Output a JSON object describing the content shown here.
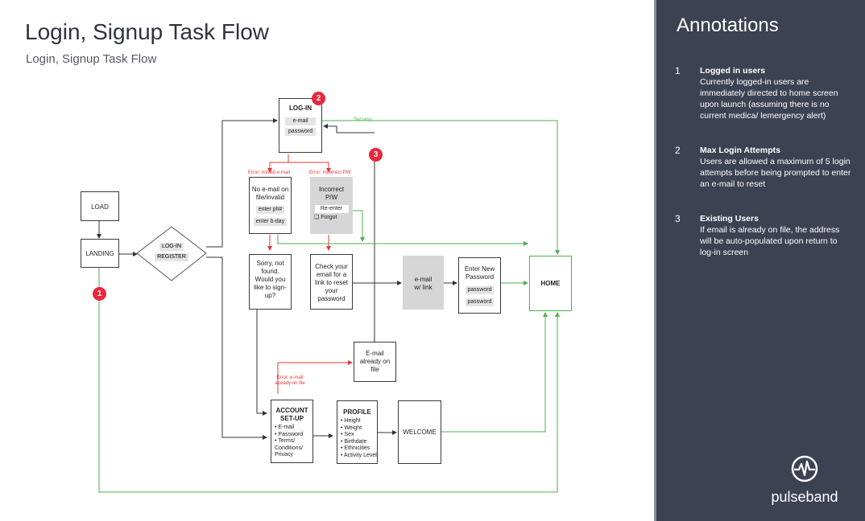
{
  "header": {
    "title": "Login, Signup Task Flow",
    "subtitle": "Login, Signup Task Flow"
  },
  "diagram": {
    "load": "LOAD",
    "landing": "LANDING",
    "decision": {
      "login": "LOG-IN",
      "register": "REGISTER"
    },
    "login_box": {
      "title": "LOG-IN",
      "email": "e-mail",
      "password": "password"
    },
    "success_label": "Success",
    "error_invalid_email": "Error: Invalid e-mail",
    "error_incorrect_pw": "Error: Incorrect PW",
    "no_email": {
      "text": "No e-mail on file/invalid",
      "phone": "enter ph#",
      "bday": "enter b-day"
    },
    "incorrect_pw": {
      "text": "Incorrect P/W",
      "reenter": "Re-enter",
      "forgot": "❑ Forgot"
    },
    "sorry": "Sorry, not found. Would you like to sign-up?",
    "check_email": "Check your email for a link to reset your password",
    "email_link": "e-mail w/ link",
    "new_password": {
      "text": "Enter New Password",
      "p1": "password",
      "p2": "password"
    },
    "home": "HOME",
    "email_on_file": "E-mail already on file",
    "error_email_on_file": "Error: e-mail already on file",
    "account_setup": {
      "title": "ACCOUNT SET-UP",
      "items": [
        "• E-mail",
        "• Password",
        "• Terms/ Conditions/ Privacy"
      ]
    },
    "profile": {
      "title": "PROFILE",
      "items": [
        "• Height",
        "• Weight",
        "• Sex",
        "• Birthdate",
        "• Ethnicities",
        "• Activity Level"
      ]
    },
    "welcome": "WELCOME",
    "badges": [
      "1",
      "2",
      "3"
    ],
    "colors": {
      "success": "#4caf50",
      "error": "#e53935",
      "badge": "#e8283e",
      "panel": "#3d4253"
    }
  },
  "annotations": {
    "title": "Annotations",
    "items": [
      {
        "num": "1",
        "heading": "Logged in users",
        "text": "Currently logged-in users are immediately directed to home screen upon launch (assuming there is no current medica/ lemergency alert)"
      },
      {
        "num": "2",
        "heading": "Max Login Attempts",
        "text": "Users are allowed a maximum of 5 login attempts before being prompted to enter an e-mail to reset"
      },
      {
        "num": "3",
        "heading": "Existing Users",
        "text": "If email is already on file, the address will be auto-populated upon return to log-in screen"
      }
    ]
  },
  "brand": {
    "name": "pulseband",
    "icon": "pulse-logo-icon"
  }
}
